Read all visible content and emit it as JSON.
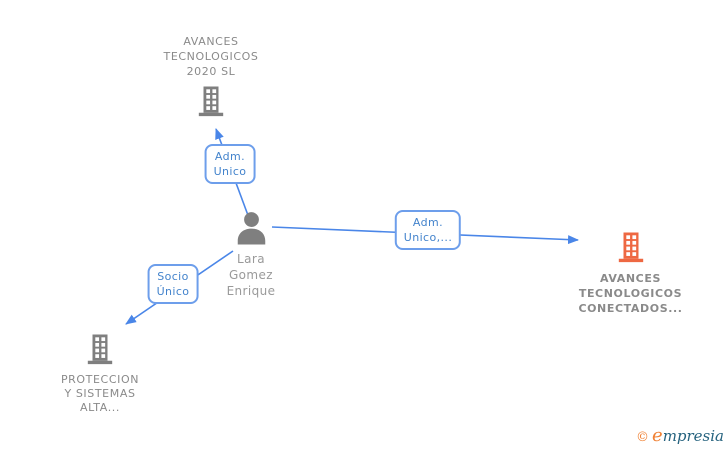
{
  "person": {
    "name_lines": [
      "Lara",
      "Gomez",
      "Enrique"
    ]
  },
  "companies": {
    "top": {
      "name_lines": [
        "AVANCES",
        "TECNOLOGICOS",
        "2020 SL"
      ]
    },
    "bottom_left": {
      "name_lines": [
        "PROTECCION",
        "Y SISTEMAS",
        "ALTA..."
      ]
    },
    "right": {
      "name_lines": [
        "AVANCES",
        "TECNOLOGICOS",
        "CONECTADOS..."
      ],
      "highlighted": true
    }
  },
  "relations": {
    "adm_unico_top": {
      "label_lines": [
        "Adm.",
        "Unico"
      ]
    },
    "socio_unico": {
      "label_lines": [
        "Socio",
        "Único"
      ]
    },
    "adm_unico_right": {
      "label_lines": [
        "Adm.",
        "Unico,..."
      ]
    }
  },
  "watermark": {
    "copyright_symbol": "©",
    "logo_first_letter": "e",
    "logo_rest": "mpresia"
  },
  "colors": {
    "line-blue": "#4a86e8",
    "label-border": "#6d9eeb",
    "label-text": "#4383cc",
    "icon-gray": "#7f7f7f",
    "text-gray": "#8a8a8a",
    "person-name-gray": "#9a9a9a",
    "highlight-orange": "#ee6842",
    "watermark-orange": "#f08033",
    "watermark-blue": "#25627e"
  }
}
